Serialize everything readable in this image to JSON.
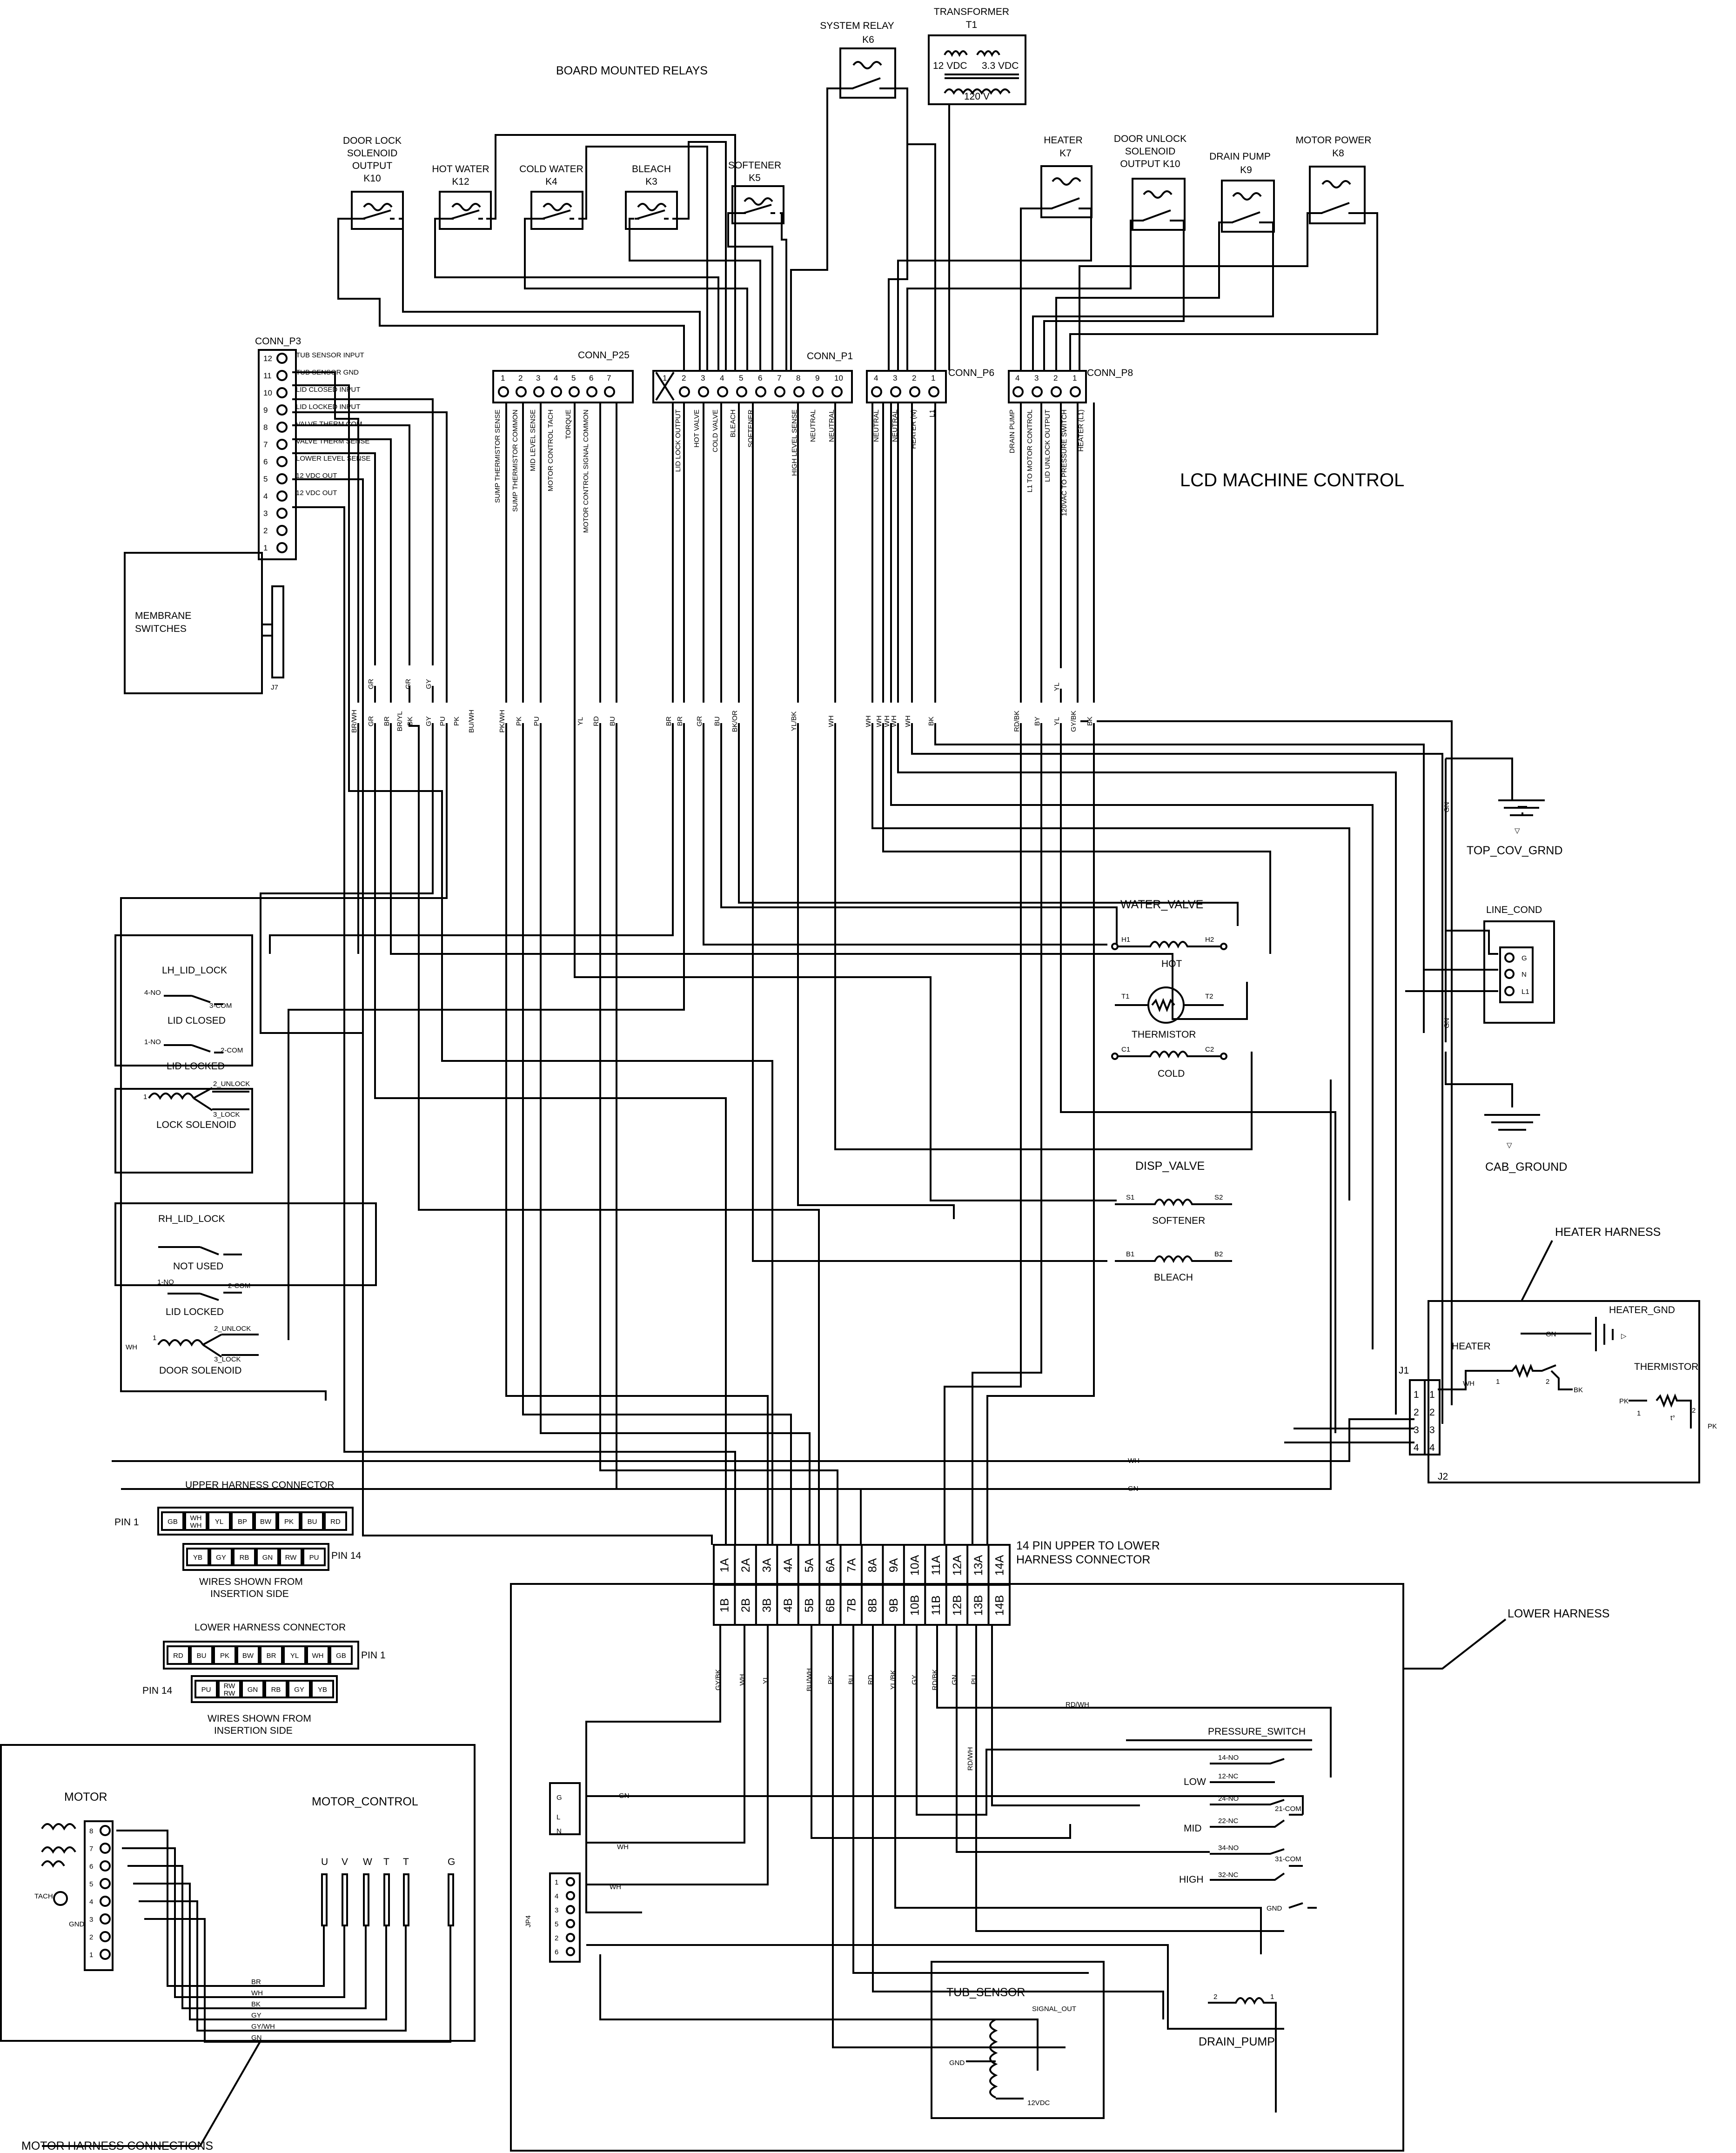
{
  "titles": {
    "board_relays": "BOARD MOUNTED RELAYS",
    "lcd_control": "LCD MACHINE CONTROL",
    "membrane": [
      "MEMBRANE",
      "SWITCHES"
    ],
    "j7": "J7",
    "upper_conn_note": [
      "14 PIN UPPER TO LOWER",
      "HARNESS CONNECTOR"
    ],
    "lower_harness": "LOWER HARNESS",
    "heater_harness": "HEATER HARNESS",
    "motor_harness": "MOTOR HARNESS CONNECTIONS"
  },
  "relays": [
    {
      "lines": [
        "DOOR LOCK",
        "SOLENOID",
        "OUTPUT",
        "K10"
      ]
    },
    {
      "lines": [
        "HOT WATER",
        "K12"
      ]
    },
    {
      "lines": [
        "COLD WATER",
        "K4"
      ]
    },
    {
      "lines": [
        "BLEACH",
        "K3"
      ]
    },
    {
      "lines": [
        "SOFTENER",
        "K5"
      ]
    },
    {
      "lines": [
        "SYSTEM RELAY",
        "K6"
      ]
    },
    {
      "lines": [
        "HEATER",
        "K7"
      ]
    },
    {
      "lines": [
        "DOOR UNLOCK",
        "SOLENOID",
        "OUTPUT K10"
      ]
    },
    {
      "lines": [
        "DRAIN PUMP",
        "K9"
      ]
    },
    {
      "lines": [
        "MOTOR POWER",
        "K8"
      ]
    }
  ],
  "transformer": {
    "lines": [
      "TRANSFORMER",
      "T1"
    ],
    "left": "12 VDC",
    "right": "3.3 VDC",
    "bottom": "120 V"
  },
  "conn_p3": {
    "name": "CONN_P3",
    "pins": [
      "12",
      "11",
      "10",
      "9",
      "8",
      "7",
      "6",
      "5",
      "4",
      "3",
      "2",
      "1"
    ],
    "signals": [
      "TUB SENSOR INPUT",
      "TUB SENSOR GND",
      "LID CLOSED INPUT",
      "LID LOCKED INPUT",
      "VALVE THERM COM",
      "VALVE THERM SENSE",
      "LOWER LEVEL SENSE",
      "12 VDC OUT",
      "12 VDC OUT"
    ]
  },
  "conn_p25": {
    "name": "CONN_P25",
    "pins": [
      "1",
      "2",
      "3",
      "4",
      "5",
      "6",
      "7"
    ],
    "signals": [
      "SUMP THERMISTOR SENSE",
      "SUMP THERMISTOR COMMON",
      "MID LEVEL SENSE",
      "MOTOR CONTROL TACH",
      "TORQUE",
      "MOTOR CONTROL SIGNAL COMMON"
    ]
  },
  "conn_p1": {
    "name": "CONN_P1",
    "pins": [
      "1",
      "2",
      "3",
      "4",
      "5",
      "6",
      "7",
      "8",
      "9",
      "10"
    ],
    "signals": [
      "LID LOCK OUTPUT",
      "HOT VALVE",
      "COLD VALVE",
      "BLEACH",
      "SOFTENER",
      "HIGH LEVEL SENSE",
      "NEUTRAL",
      "NEUTRAL"
    ]
  },
  "conn_p6": {
    "name": "CONN_P6",
    "pins": [
      "4",
      "3",
      "2",
      "1"
    ],
    "signals": [
      "NEUTRAL",
      "NEUTRAL",
      "HEATER (N)",
      "L1"
    ]
  },
  "conn_p8": {
    "name": "CONN_P8",
    "pins": [
      "4",
      "3",
      "2",
      "1"
    ],
    "signals": [
      "DRAIN PUMP",
      "L1 TO MOTOR CONTROL",
      "LID UNLOCK OUTPUT",
      "120VAC TO PRESSURE SWITCH",
      "HEATER (L1)"
    ]
  },
  "wire_colors_top": [
    "GR",
    "GR",
    "GY",
    "BR/WH",
    "GR",
    "BR",
    "BR/YL",
    "BK",
    "GY",
    "PU",
    "PK",
    "BU/WH",
    "PK/WH",
    "PK",
    "PU",
    "YL",
    "RD",
    "BU",
    "BR",
    "BR",
    "GR",
    "BU",
    "BK/OR",
    "YL/BK",
    "WH",
    "WH",
    "WH",
    "WH",
    "WH",
    "WH",
    "BK",
    "RD/BK",
    "BY",
    "YL",
    "GY/BK",
    "BK",
    "YL"
  ],
  "grounds": {
    "top": "TOP_COV_GRND",
    "cab": "CAB_GROUND",
    "gn1": "GN",
    "gn2": "GN"
  },
  "line_cond": {
    "name": "LINE_COND",
    "pins": [
      "G",
      "N",
      "L1"
    ]
  },
  "water_valve": {
    "name": "WATER_VALVE",
    "h1": "H1",
    "h2": "H2",
    "hot": "HOT",
    "t1": "T1",
    "t2": "T2",
    "therm": "THERMISTOR",
    "c1": "C1",
    "c2": "C2",
    "cold": "COLD"
  },
  "disp_valve": {
    "name": "DISP_VALVE",
    "s1": "S1",
    "s2": "S2",
    "soft": "SOFTENER",
    "b1": "B1",
    "b2": "B2",
    "bleach": "BLEACH"
  },
  "lh_lock": {
    "name": "LH_LID_LOCK",
    "no4": "4-NO",
    "com3": "3-COM",
    "closed": "LID CLOSED",
    "no1": "1-NO",
    "com2": "2-COM",
    "locked": "LID LOCKED",
    "p1": "1",
    "unlock": "2_UNLOCK",
    "lock": "3_LOCK",
    "sol": "LOCK SOLENOID"
  },
  "rh_lock": {
    "name": "RH_LID_LOCK",
    "notused": "NOT USED",
    "no1": "1-NO",
    "com2": "2-COM",
    "locked": "LID LOCKED",
    "wh": "WH",
    "p1": "1",
    "unlock": "2_UNLOCK",
    "lock": "3_LOCK",
    "sol": "DOOR SOLENOID"
  },
  "heater_harness": {
    "heater": "HEATER",
    "gnd": "HEATER_GND",
    "gn": "GN",
    "therm": "THERMISTOR",
    "wh": "WH",
    "bk": "BK",
    "pk1": "PK",
    "pk2": "PK",
    "p1": "1",
    "p2": "2",
    "tp1": "1",
    "tp2": "2",
    "t": "t°",
    "j1": "J1",
    "j2": "J2",
    "pins": [
      "1",
      "2",
      "3",
      "4"
    ]
  },
  "harness_wires": {
    "wh": "WH",
    "gn": "GN"
  },
  "upper_conn": {
    "title": "UPPER HARNESS CONNECTOR",
    "pin1": "PIN 1",
    "pin14": "PIN 14",
    "row1": [
      "GB",
      "WH",
      "YL",
      "BP",
      "BW",
      "PK",
      "BU",
      "RD"
    ],
    "row1_wh_sub": "WH",
    "row2": [
      "YB",
      "GY",
      "RB",
      "GN",
      "RW",
      "PU"
    ],
    "note": [
      "WIRES SHOWN FROM",
      "INSERTION SIDE"
    ]
  },
  "lower_conn": {
    "title": "LOWER HARNESS CONNECTOR",
    "pin1": "PIN 1",
    "pin14": "PIN 14",
    "row1": [
      "RD",
      "BU",
      "PK",
      "BW",
      "BR",
      "YL",
      "WH",
      "GB"
    ],
    "row2": [
      "PU",
      "RW",
      "GN",
      "RB",
      "GY",
      "YB"
    ],
    "row2_rw_sub": "RW",
    "note": [
      "WIRES SHOWN FROM",
      "INSERTION SIDE"
    ]
  },
  "conn14": {
    "top": [
      "1A",
      "2A",
      "3A",
      "4A",
      "5A",
      "6A",
      "7A",
      "8A",
      "9A",
      "10A",
      "11A",
      "12A",
      "13A",
      "14A"
    ],
    "bottom": [
      "1B",
      "2B",
      "3B",
      "4B",
      "5B",
      "6B",
      "7B",
      "8B",
      "9B",
      "10B",
      "11B",
      "12B",
      "13B",
      "14B"
    ]
  },
  "lower_wire_colors": [
    "GY/BK",
    "WH",
    "YL",
    "BU/WH",
    "PK",
    "BU",
    "RD",
    "YL/BK",
    "GY",
    "RD/BK",
    "GN",
    "PU",
    "RD/WH",
    "RD/WH"
  ],
  "pressure_switch": {
    "name": "PRESSURE_SWITCH",
    "labels": [
      "14-NO",
      "12-NC",
      "24-NO",
      "21-COM",
      "22-NC",
      "34-NO",
      "31-COM",
      "32-NC"
    ],
    "low": "LOW",
    "mid": "MID",
    "high": "HIGH",
    "gnd": "GND"
  },
  "jp4": {
    "name": "JP4",
    "top_pins": [
      "G",
      "L",
      "N"
    ],
    "bottom_pins": [
      "1",
      "4",
      "3",
      "5",
      "2",
      "6"
    ],
    "gn": "GN",
    "wh": "WH",
    "wh2": "WH"
  },
  "tub_sensor": {
    "name": "TUB_SENSOR",
    "signal": "SIGNAL_OUT",
    "gnd": "GND",
    "vdc": "12VDC"
  },
  "drain_pump": {
    "name": "DRAIN_PUMP",
    "p1": "1",
    "p2": "2"
  },
  "motor": {
    "motor": "MOTOR",
    "control": "MOTOR_CONTROL",
    "tach": "TACH",
    "gnd": "GND",
    "pins": [
      "8",
      "7",
      "6",
      "5",
      "4",
      "3",
      "2",
      "1"
    ],
    "terminals": [
      "U",
      "V",
      "W",
      "T",
      "T",
      "G"
    ],
    "wires": [
      "BR",
      "WH",
      "BK",
      "GY",
      "GY/WH",
      "GN"
    ]
  }
}
